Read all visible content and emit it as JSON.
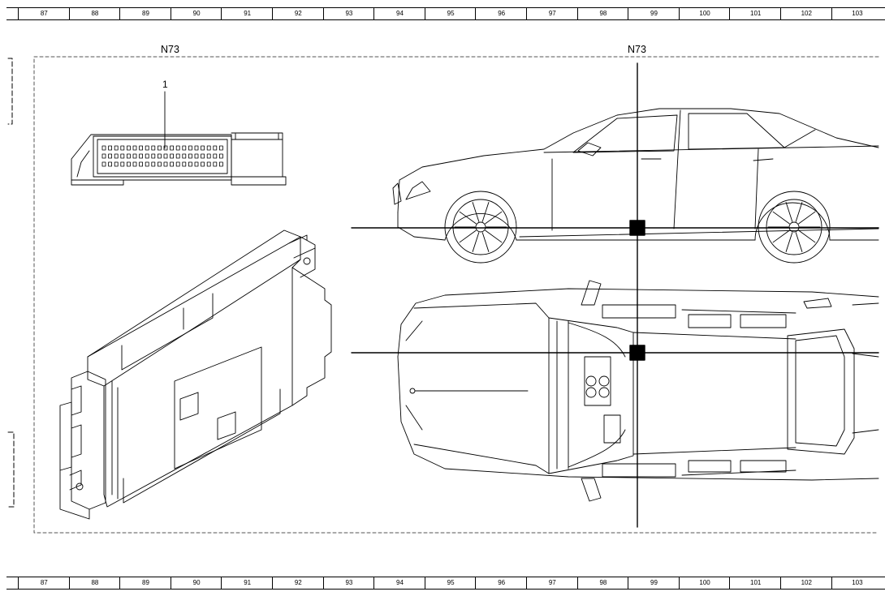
{
  "ruler_labels": [
    "87",
    "88",
    "89",
    "90",
    "91",
    "92",
    "93",
    "94",
    "95",
    "96",
    "97",
    "98",
    "99",
    "100",
    "101",
    "102",
    "103"
  ],
  "component_code_left": "N73",
  "component_code_right": "N73",
  "connector_callout": "1",
  "colors": {
    "line": "#000000",
    "frame": "#555555",
    "background": "#ffffff"
  },
  "views": [
    "connector-plug-view",
    "control-unit-isometric",
    "vehicle-side-view",
    "vehicle-top-view"
  ]
}
